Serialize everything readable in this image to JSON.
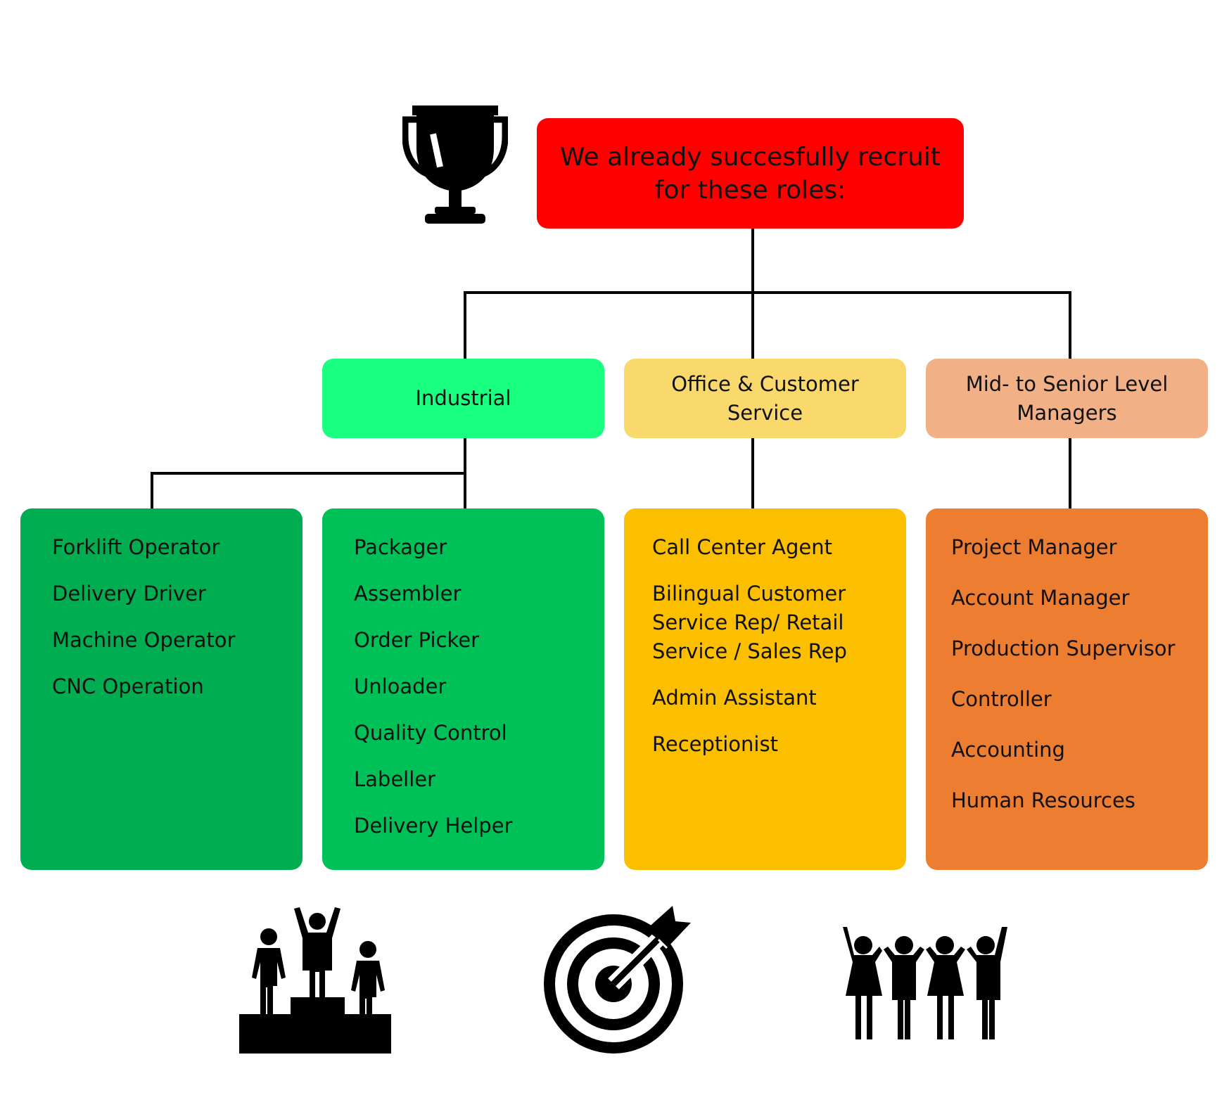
{
  "header": {
    "text": "We already succesfully recruit\nfor these roles:",
    "color": "#ff0000"
  },
  "categories": [
    {
      "label": "Industrial",
      "color": "#19ff80"
    },
    {
      "label": "Office & Customer\nService",
      "color": "#f9d96b"
    },
    {
      "label": "Mid- to Senior Level\nManagers",
      "color": "#f1b086"
    }
  ],
  "lists": {
    "industrial_1": {
      "color": "#00ad50",
      "items": [
        "Forklift Operator",
        "Delivery Driver",
        "Machine Operator",
        "CNC Operation"
      ]
    },
    "industrial_2": {
      "color": "#00c158",
      "items": [
        "Packager",
        "Assembler",
        "Order Picker",
        "Unloader",
        "Quality Control",
        "Labeller",
        "Delivery Helper"
      ]
    },
    "office": {
      "color": "#fcbf00",
      "items": [
        "Call Center Agent",
        "Bilingual Customer\nService Rep/ Retail\nService / Sales Rep",
        "Admin Assistant",
        "Receptionist"
      ]
    },
    "managers": {
      "color": "#ed7d31",
      "items": [
        "Project Manager",
        "Account Manager",
        "Production Supervisor",
        "Controller",
        "Accounting",
        "Human Resources"
      ]
    }
  },
  "icons": [
    "trophy-icon",
    "podium-winners-icon",
    "target-arrow-icon",
    "team-celebrating-icon"
  ]
}
